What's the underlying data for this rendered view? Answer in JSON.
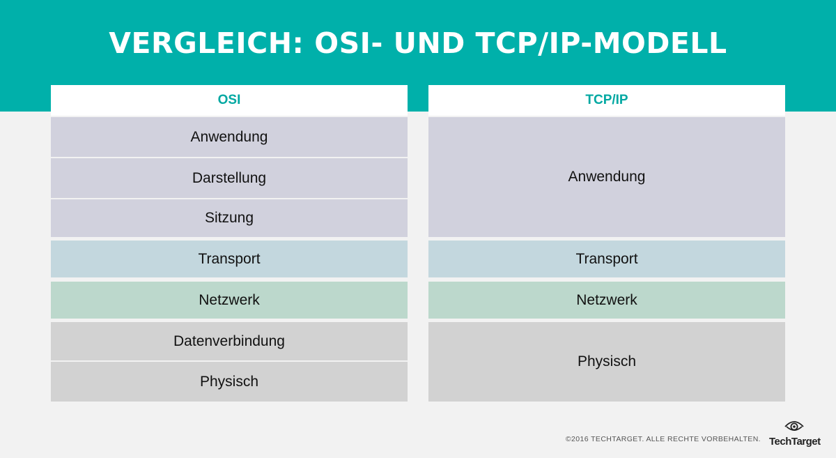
{
  "title": "VERGLEICH: OSI- UND TCP/IP-MODELL",
  "osi": {
    "header": "OSI",
    "layers": [
      {
        "label": "Anwendung",
        "group": "application"
      },
      {
        "label": "Darstellung",
        "group": "application"
      },
      {
        "label": "Sitzung",
        "group": "application"
      },
      {
        "label": "Transport",
        "group": "transport"
      },
      {
        "label": "Netzwerk",
        "group": "network"
      },
      {
        "label": "Datenverbindung",
        "group": "physical"
      },
      {
        "label": "Physisch",
        "group": "physical"
      }
    ]
  },
  "tcpip": {
    "header": "TCP/IP",
    "layers": [
      {
        "label": "Anwendung",
        "group": "application"
      },
      {
        "label": "Transport",
        "group": "transport"
      },
      {
        "label": "Netzwerk",
        "group": "network"
      },
      {
        "label": "Physisch",
        "group": "physical"
      }
    ]
  },
  "colors": {
    "banner": "#00b0aa",
    "header_text": "#00a8a2",
    "application": "#d1d1dd",
    "transport": "#c3d7de",
    "network": "#bcd8cc",
    "physical": "#d2d2d2"
  },
  "footer": {
    "copyright": "©2016 TECHTARGET. ALLE RECHTE VORBEHALTEN.",
    "logo": "TechTarget",
    "logo_icon": "eye-icon"
  }
}
